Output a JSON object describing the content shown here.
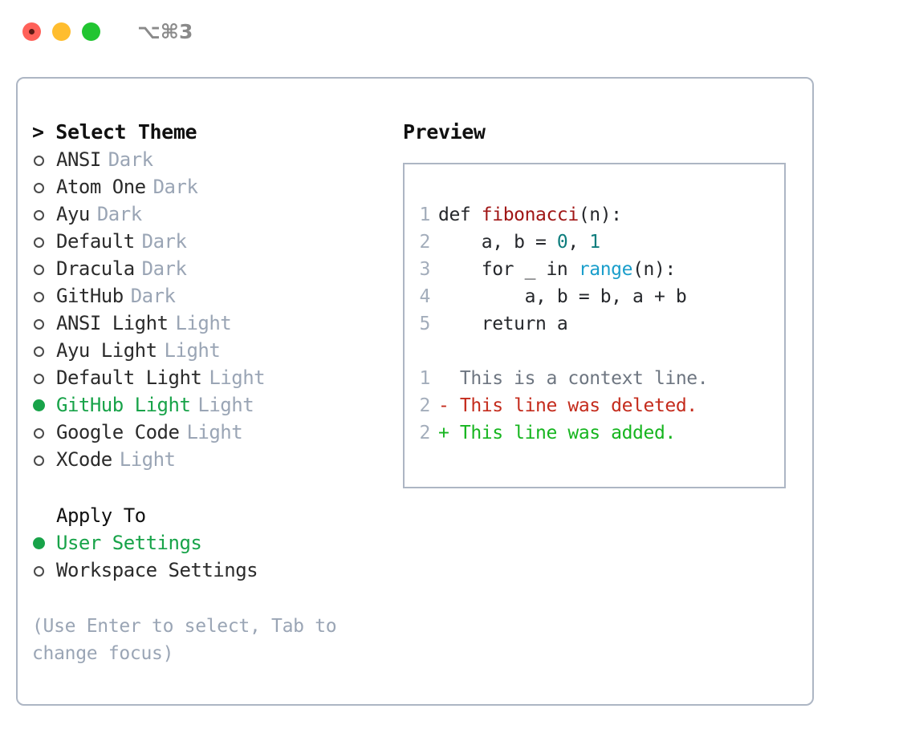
{
  "titlebar": {
    "shortcut": "⌥⌘3",
    "buttons": [
      {
        "name": "close",
        "color": "#ff6159"
      },
      {
        "name": "minimize",
        "color": "#ffbd2e"
      },
      {
        "name": "maximize",
        "color": "#21c531"
      }
    ]
  },
  "colors": {
    "accent_green": "#18a349",
    "muted": "#9aa5b5",
    "border": "#adb6c4",
    "text": "#2b2b2b",
    "diff_add": "#16b51f",
    "diff_del": "#c42b1c",
    "syntax_fn": "#a01717",
    "syntax_num": "#0d7d7d",
    "syntax_call": "#1a9ecb"
  },
  "theme_panel": {
    "heading": "> Select Theme",
    "items": [
      {
        "name": "ANSI",
        "kind": "Dark",
        "selected": false
      },
      {
        "name": "Atom One",
        "kind": "Dark",
        "selected": false
      },
      {
        "name": "Ayu",
        "kind": "Dark",
        "selected": false
      },
      {
        "name": "Default",
        "kind": "Dark",
        "selected": false
      },
      {
        "name": "Dracula",
        "kind": "Dark",
        "selected": false
      },
      {
        "name": "GitHub",
        "kind": "Dark",
        "selected": false
      },
      {
        "name": "ANSI Light",
        "kind": "Light",
        "selected": false
      },
      {
        "name": "Ayu Light",
        "kind": "Light",
        "selected": false
      },
      {
        "name": "Default Light",
        "kind": "Light",
        "selected": false
      },
      {
        "name": "GitHub Light",
        "kind": "Light",
        "selected": true
      },
      {
        "name": "Google Code",
        "kind": "Light",
        "selected": false
      },
      {
        "name": "XCode",
        "kind": "Light",
        "selected": false
      }
    ]
  },
  "apply_to": {
    "heading": "Apply To",
    "options": [
      {
        "label": "User Settings",
        "selected": true
      },
      {
        "label": "Workspace Settings",
        "selected": false
      }
    ]
  },
  "hint": "(Use Enter to select, Tab to change focus)",
  "preview": {
    "heading": "Preview",
    "code": [
      {
        "lineno": "1",
        "segments": [
          {
            "text": "def ",
            "tok": "plain"
          },
          {
            "text": "fibonacci",
            "tok": "fn"
          },
          {
            "text": "(n):",
            "tok": "plain"
          }
        ]
      },
      {
        "lineno": "2",
        "segments": [
          {
            "text": "    a, b = ",
            "tok": "plain"
          },
          {
            "text": "0",
            "tok": "num"
          },
          {
            "text": ", ",
            "tok": "plain"
          },
          {
            "text": "1",
            "tok": "num"
          }
        ]
      },
      {
        "lineno": "3",
        "segments": [
          {
            "text": "    for _ in ",
            "tok": "plain"
          },
          {
            "text": "range",
            "tok": "call"
          },
          {
            "text": "(n):",
            "tok": "plain"
          }
        ]
      },
      {
        "lineno": "4",
        "segments": [
          {
            "text": "        a, b = b, a + b",
            "tok": "plain"
          }
        ]
      },
      {
        "lineno": "5",
        "segments": [
          {
            "text": "    return a",
            "tok": "plain"
          }
        ]
      }
    ],
    "diff": [
      {
        "lineno": "1",
        "marker": "  ",
        "text": "This is a context line.",
        "kind": "ctx"
      },
      {
        "lineno": "2",
        "marker": "- ",
        "text": "This line was deleted.",
        "kind": "del"
      },
      {
        "lineno": "2",
        "marker": "+ ",
        "text": "This line was added.",
        "kind": "add"
      }
    ]
  }
}
